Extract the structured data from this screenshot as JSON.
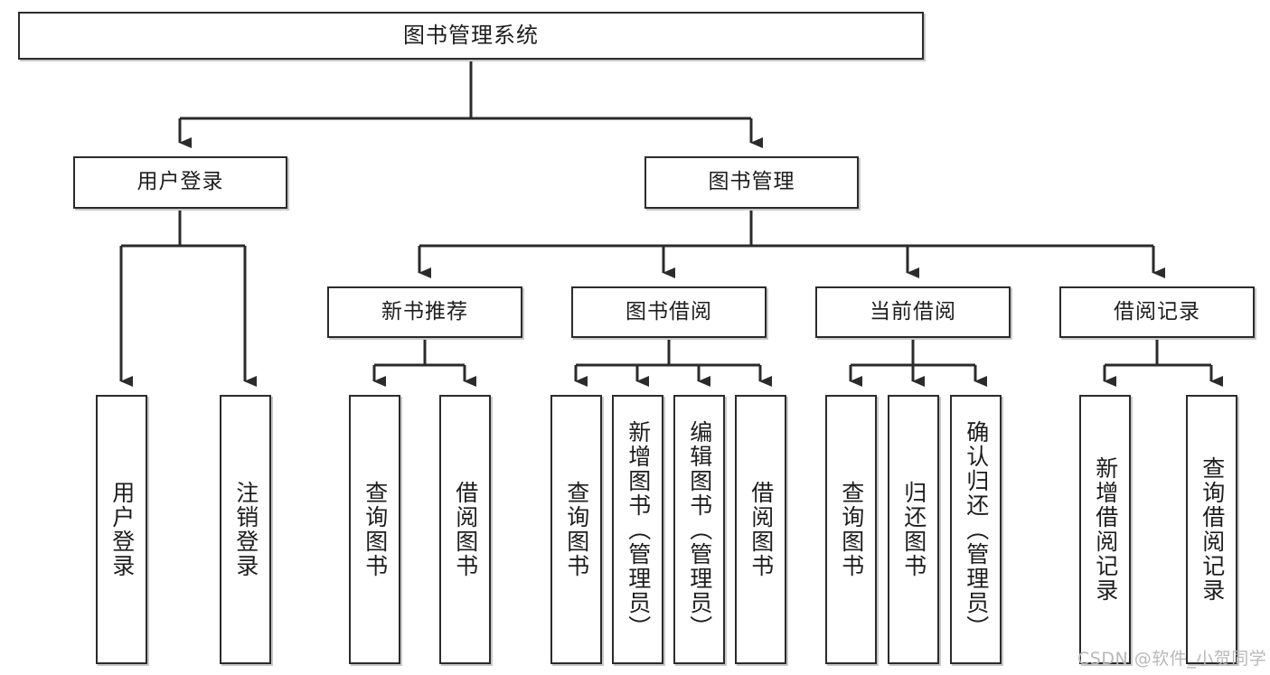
{
  "diagram": {
    "title": "图书管理系统",
    "type": "tree-hierarchy",
    "watermark": "CSDN @软件_小贺同学",
    "colors": {
      "box_border": "#2b2b2b",
      "box_fill": "#ffffff",
      "connector": "#2b2b2b",
      "shadow": "#9b9b9b",
      "watermark": "#b9b9b9",
      "background": "#ffffff"
    },
    "levels": {
      "root": {
        "label": "图书管理系统"
      },
      "level2": [
        {
          "label": "用户登录"
        },
        {
          "label": "图书管理"
        }
      ],
      "level3": [
        {
          "label": "新书推荐"
        },
        {
          "label": "图书借阅"
        },
        {
          "label": "当前借阅"
        },
        {
          "label": "借阅记录"
        }
      ],
      "level4": [
        {
          "label": "用户登录",
          "parent": "用户登录"
        },
        {
          "label": "注销登录",
          "parent": "用户登录"
        },
        {
          "label": "查询图书",
          "parent": "新书推荐"
        },
        {
          "label": "借阅图书",
          "parent": "新书推荐"
        },
        {
          "label": "查询图书",
          "parent": "图书借阅"
        },
        {
          "label": "新增图书（管理员）",
          "parent": "图书借阅"
        },
        {
          "label": "编辑图书（管理员）",
          "parent": "图书借阅"
        },
        {
          "label": "借阅图书",
          "parent": "图书借阅"
        },
        {
          "label": "查询图书",
          "parent": "当前借阅"
        },
        {
          "label": "归还图书",
          "parent": "当前借阅"
        },
        {
          "label": "确认归还（管理员）",
          "parent": "当前借阅"
        },
        {
          "label": "新增借阅记录",
          "parent": "借阅记录"
        },
        {
          "label": "查询借阅记录",
          "parent": "借阅记录"
        }
      ]
    }
  }
}
